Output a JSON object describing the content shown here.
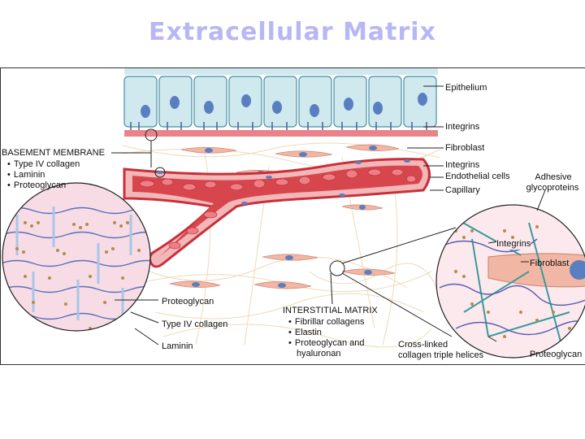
{
  "title": "Extracellular Matrix",
  "labels": {
    "epithelium": "Epithelium",
    "integrins_top": "Integrins",
    "fibroblast": "Fibroblast",
    "integrins_mid": "Integrins",
    "endothelial_cells": "Endothelial cells",
    "capillary": "Capillary",
    "adhesive": "Adhesive",
    "glycoproteins": "glycoproteins",
    "zoom_integrins": "Integrins",
    "zoom_fibroblast": "Fibroblast",
    "proteoglycan_left": "Proteoglycan",
    "type_iv_collagen": "Type IV collagen",
    "laminin": "Laminin",
    "cross_linked_1": "Cross-linked",
    "cross_linked_2": "collagen triple helices",
    "proteoglycan_right": "Proteoglycan"
  },
  "basement_membrane": {
    "heading": "BASEMENT MEMBRANE",
    "items": [
      "Type IV collagen",
      "Laminin",
      "Proteoglycan"
    ]
  },
  "interstitial_matrix": {
    "heading": "INTERSTITIAL MATRIX",
    "items": [
      "Fibrillar collagens",
      "Elastin",
      "Proteoglycan and"
    ],
    "continuation": "hyaluronan"
  },
  "colors": {
    "title": "#b7b7f5",
    "epithelial_cell": "#cfe9ef",
    "nucleus": "#5a7fc0",
    "vessel": "#c8303a",
    "vessel_light": "#f2b7b9",
    "matrix_fiber": "#e9d2a8",
    "zoom_bg": "#f7dce6"
  }
}
